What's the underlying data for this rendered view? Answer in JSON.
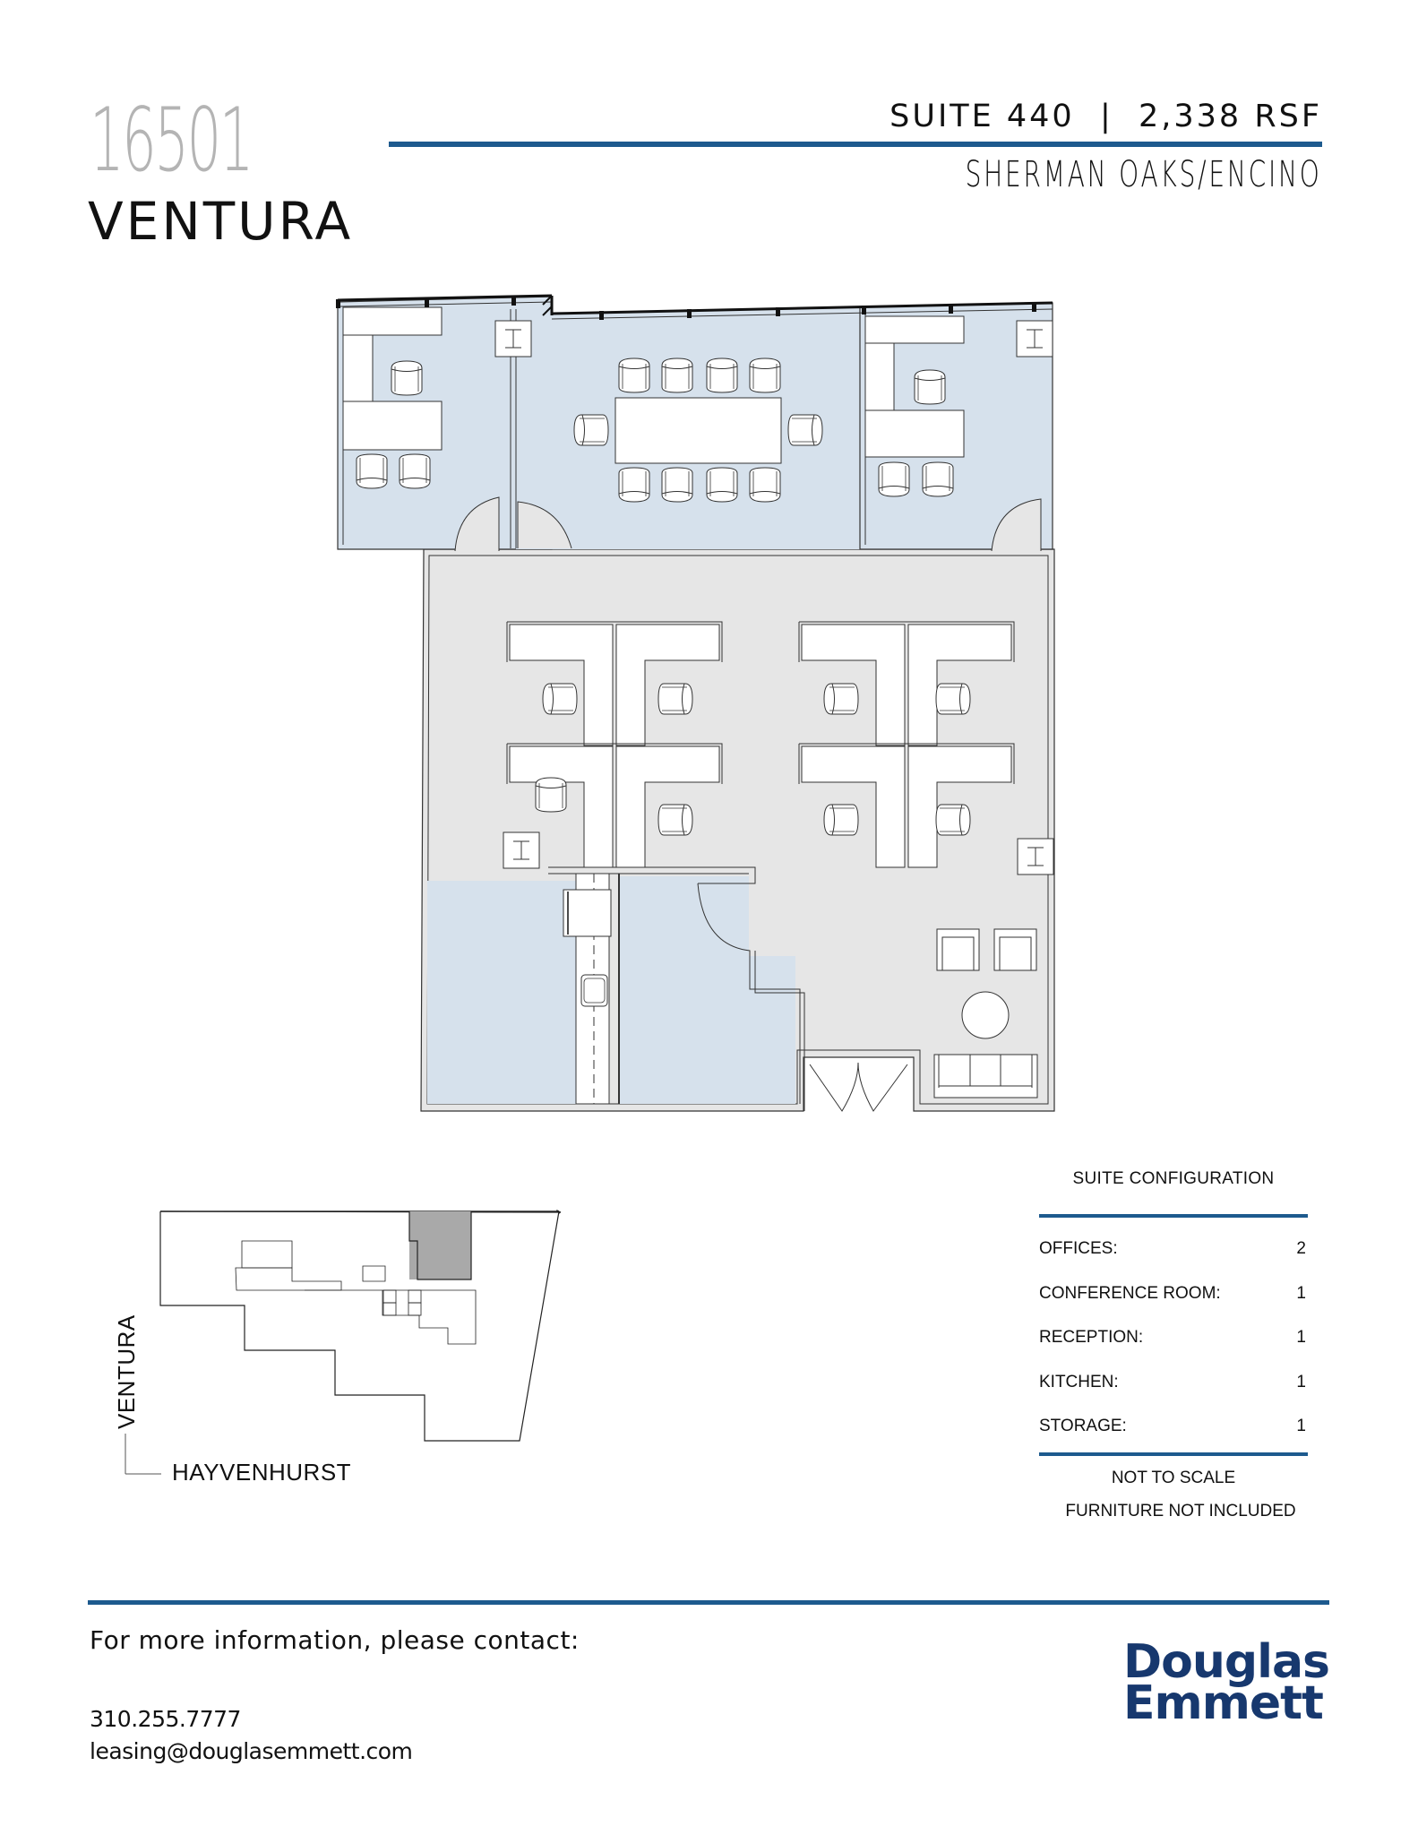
{
  "header": {
    "address_number": "16501",
    "address_street": "VENTURA",
    "suite_line": "SUITE 440  |  2,338 RSF",
    "suite": "SUITE 440",
    "rsf": "2,338 RSF",
    "submarket": "SHERMAN OAKS/ENCINO"
  },
  "floor_plan": {
    "rooms": [
      "office",
      "conference-room",
      "office",
      "open-workstations",
      "storage",
      "kitchen",
      "reception"
    ],
    "colors": {
      "private_room_fill": "#d6e1ec",
      "common_fill": "#e6e6e6",
      "wall_stroke": "#333333"
    }
  },
  "key_plan": {
    "street_vertical": "VENTURA",
    "street_horizontal": "HAYVENHURST",
    "highlight_color": "#a9a9a9"
  },
  "suite_configuration": {
    "title": "SUITE CONFIGURATION",
    "rows": [
      {
        "label": "OFFICES:",
        "value": "2"
      },
      {
        "label": "CONFERENCE ROOM:",
        "value": "1"
      },
      {
        "label": "RECEPTION:",
        "value": "1"
      },
      {
        "label": "KITCHEN:",
        "value": "1"
      },
      {
        "label": "STORAGE:",
        "value": "1"
      }
    ],
    "notes": [
      "NOT TO SCALE",
      "FURNITURE NOT INCLUDED"
    ]
  },
  "footer": {
    "contact_heading": "For more information, please contact:",
    "phone": "310.255.7777",
    "email": "leasing@douglasemmett.com",
    "logo_line1": "Douglas",
    "logo_line2": "Emmett"
  },
  "colors": {
    "accent_rule": "#1d5a8e",
    "logo": "#17386e",
    "address_number": "#b4b4b4"
  }
}
